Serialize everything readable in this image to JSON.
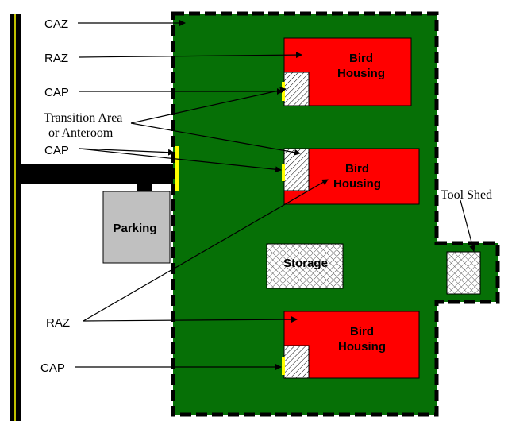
{
  "labels": {
    "caz": "CAZ",
    "raz_top": "RAZ",
    "cap_1": "CAP",
    "transition_line1": "Transition Area",
    "transition_line2": "or Anteroom",
    "cap_2": "CAP",
    "raz_bottom": "RAZ",
    "cap_3": "CAP",
    "tool_shed": "Tool Shed"
  },
  "buildings": {
    "bird_housing_1": [
      "Bird",
      "Housing"
    ],
    "bird_housing_2": [
      "Bird",
      "Housing"
    ],
    "bird_housing_3": [
      "Bird",
      "Housing"
    ],
    "parking": "Parking",
    "storage": "Storage"
  },
  "colors": {
    "controlled_area_zone": "#067006",
    "restricted_area_zone": "#ff0000",
    "control_access_point": "#ffff00",
    "parking": "#c0c0c0",
    "road": "#000000",
    "hatched_area": "#ffffff"
  }
}
